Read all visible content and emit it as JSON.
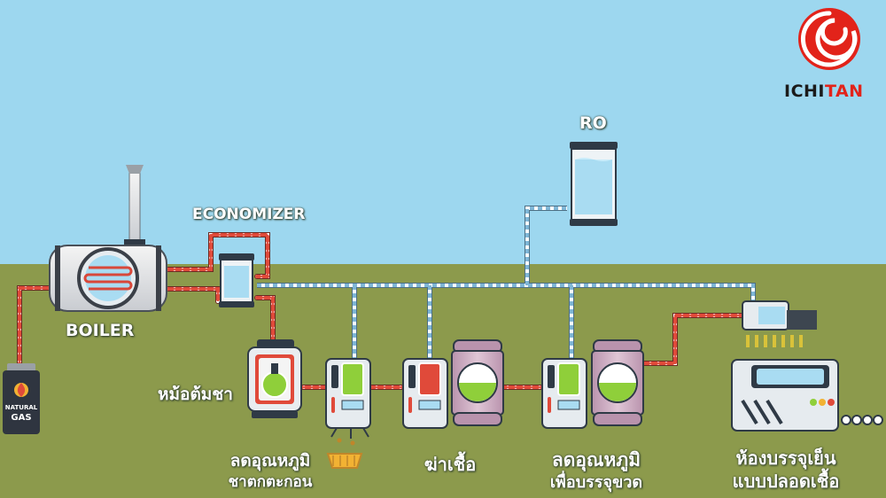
{
  "brand": {
    "name_part1": "ICHI",
    "name_part2": "TAN"
  },
  "labels": {
    "ro": "RO",
    "economizer": "ECONOMIZER",
    "boiler": "BOILER",
    "natural_gas_line1": "NATURAL",
    "natural_gas_line2": "GAS",
    "tea_pot": "หม้อต้มชา",
    "cool_filter_line1": "ลดอุณหภูมิ",
    "cool_filter_line2": "ชาตกตะกอน",
    "sterilize": "ฆ่าเชื้อ",
    "cool_bottle_line1": "ลดอุณหภูมิ",
    "cool_bottle_line2": "เพื่อบรรจุขวด",
    "aseptic_line1": "ห้องบรรจุเย็น",
    "aseptic_line2": "แบบปลอดเชื้อ"
  },
  "colors": {
    "sky": "#9dd7ef",
    "ground": "#8c9a4c",
    "pipe_hot": "#e04a3a",
    "pipe_cold": "#cfe9f7",
    "tank_water": "#a9dcf2",
    "tea_green": "#8fcf3a",
    "tank_pink": "#c9a7bd",
    "logo_red": "#e2231a"
  },
  "icons": [
    "ichitan-logo-icon",
    "gas-flame-icon",
    "basket-icon",
    "thermometer-icon"
  ]
}
